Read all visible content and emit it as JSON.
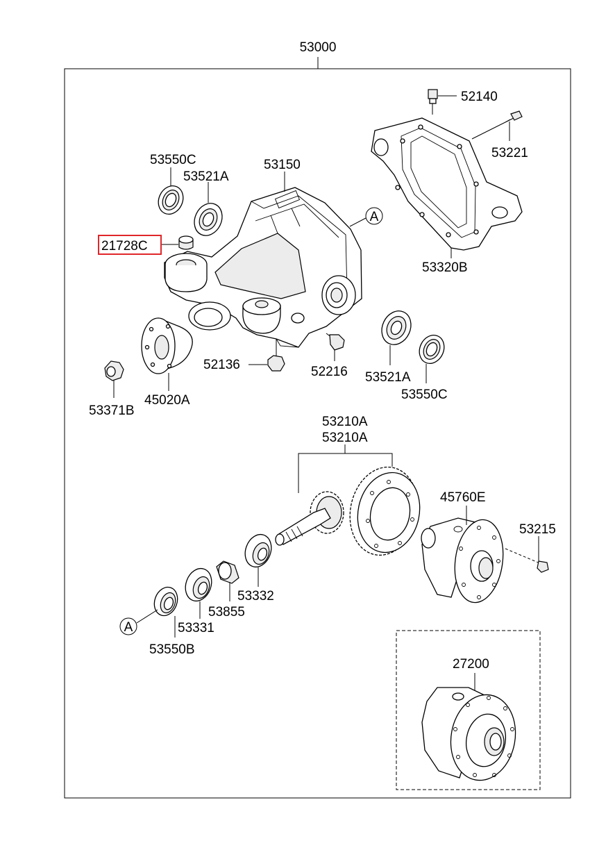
{
  "diagram": {
    "assembly_number": "53000",
    "labels": {
      "p52140": "52140",
      "p53221": "53221",
      "p53550c_top": "53550C",
      "p53521a_top": "53521A",
      "p53150": "53150",
      "ref_a_top": "A",
      "p21728c": "21728C",
      "p53320b": "53320B",
      "p52136": "52136",
      "p52216": "52216",
      "p53521a_right": "53521A",
      "p53550c_right": "53550C",
      "p53371b": "53371B",
      "p45020a": "45020A",
      "p53210a_1": "53210A",
      "p53210a_2": "53210A",
      "p45760e": "45760E",
      "p53215": "53215",
      "p53332": "53332",
      "p53855": "53855",
      "p53331": "53331",
      "ref_a_bottom": "A",
      "p53550b": "53550B",
      "inset_title": "(RR AXLE-L.D)",
      "p27200": "27200"
    },
    "highlight_color": "#e0262a",
    "line_color": "#000000"
  }
}
